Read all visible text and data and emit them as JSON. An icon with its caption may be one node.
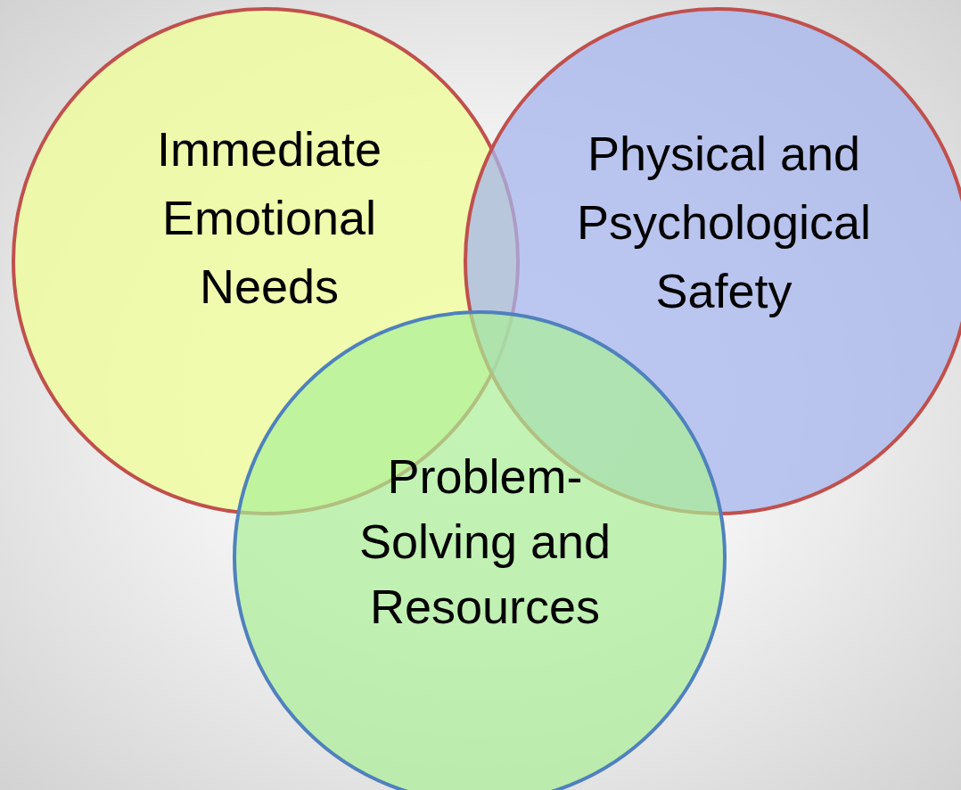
{
  "diagram": {
    "nodes": [
      {
        "text": [
          "Immediate Emotional Needs"
        ]
      },
      {
        "text": [
          "Physical and Psychological Safety"
        ]
      },
      {
        "text": [
          "Problem-Solving and Resources"
        ]
      }
    ]
  }
}
